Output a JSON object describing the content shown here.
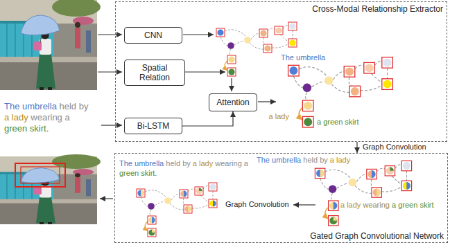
{
  "diagram": {
    "nodes": [
      {
        "text": [
          "Cross-Modal Relationship Extractor"
        ]
      },
      {
        "text": [
          "CNN"
        ],
        "in": 0
      },
      {
        "text": [
          "Spatial Relation"
        ],
        "in": 0
      },
      {
        "text": [
          "Bi-LSTM"
        ],
        "in": 0
      },
      {
        "text": [
          "Attention"
        ],
        "in": 0
      },
      {
        "text": [
          "Gated Graph Convolutional Network"
        ]
      }
    ],
    "edges": [
      {
        "from": 3,
        "to": 4,
        "arrow": "to"
      },
      {
        "from": 0,
        "to": 5,
        "label": "Graph Convolution",
        "arrow": "to"
      }
    ],
    "labels": [
      "The umbrella",
      "held by",
      "a lady",
      "wearing a",
      "green skirt.",
      "The umbrella",
      "a lady",
      "a green skirt",
      "The umbrella",
      "held by",
      "a lady",
      "a lady",
      "wearing",
      "a green skirt",
      "The umbrella",
      "held by",
      "a lady",
      "wearing a",
      "green skirt.",
      "Graph Convolution"
    ]
  }
}
